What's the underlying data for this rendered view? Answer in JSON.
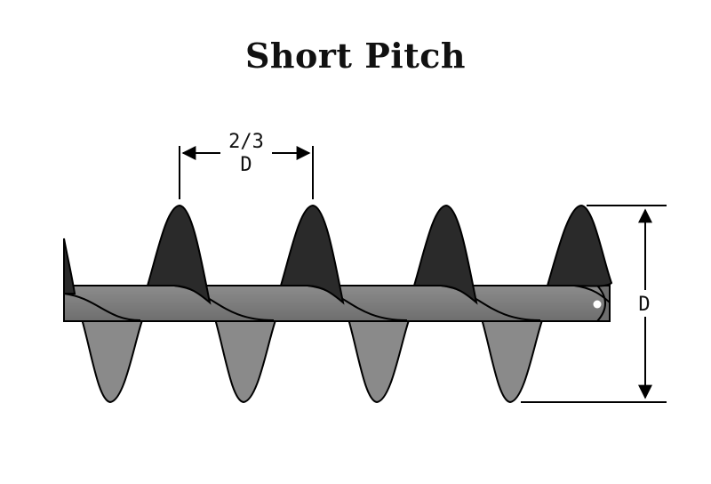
{
  "title": "Short Pitch",
  "pitch_label_line1": "2/3",
  "pitch_label_line2": "D",
  "diameter_label": "D",
  "colors": {
    "flight_dark": "#2a2a2a",
    "flight_light": "#8a8a8a",
    "shaft": "#7b7b7b",
    "outline": "#000000",
    "background": "#ffffff"
  }
}
